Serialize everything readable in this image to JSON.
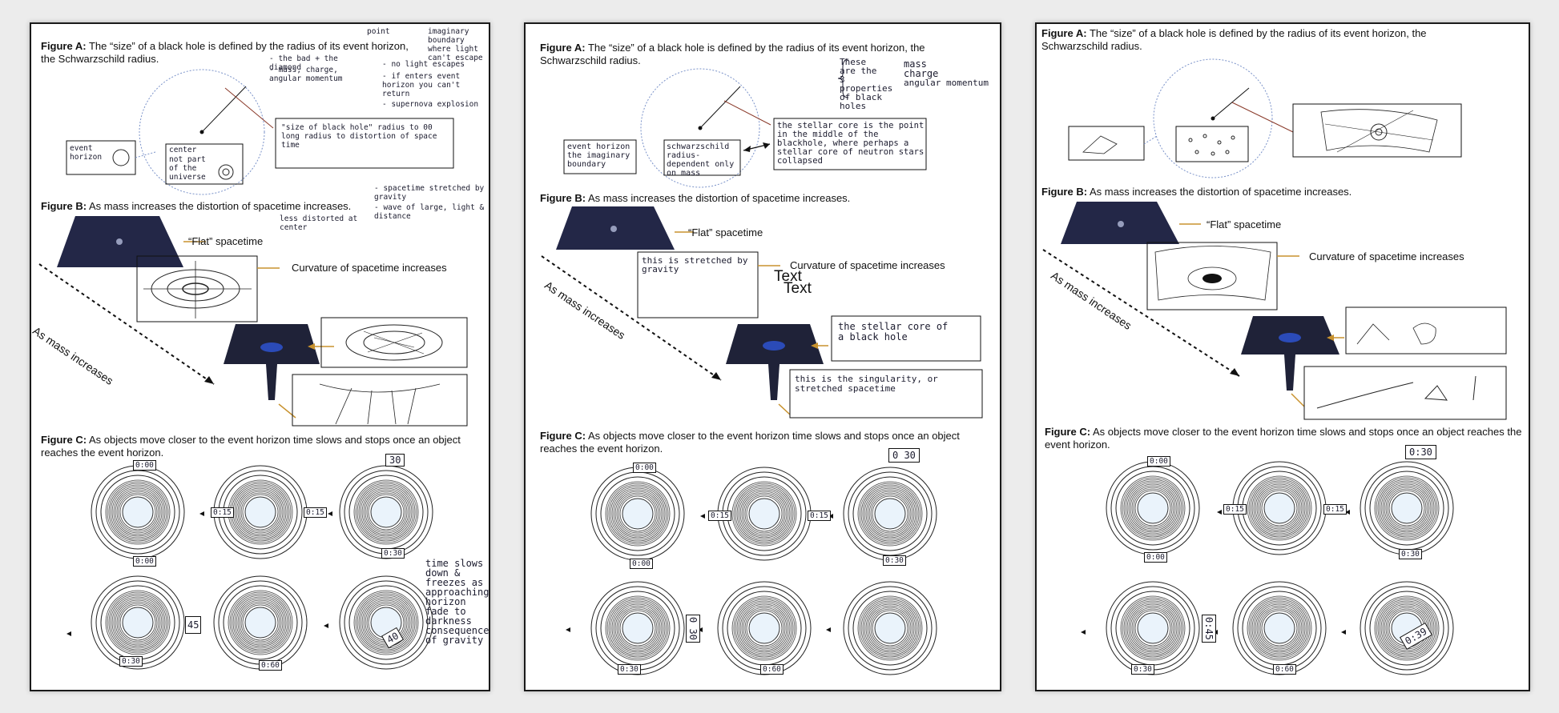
{
  "panel1": {
    "figA_label": "Figure A:",
    "figA_text": "The “size” of a black hole is defined by the radius of its event horizon, the Schwarzschild radius.",
    "figB_label": "Figure B:",
    "figB_text": "As mass increases the distortion of spacetime increases.",
    "flat": "“Flat” spacetime",
    "curvature": "Curvature of spacetime increases",
    "as_mass": "As mass increases",
    "figC_label": "Figure C:",
    "figC_text": "As objects move closer to the event horizon time slows and stops once an object reaches the event horizon.",
    "notes": {
      "top1": "point",
      "top2": "imaginary boundary where light can't escape",
      "bullet1": "- the bad + the diamond",
      "bullet2": "- mass, charge, angular momentum",
      "bullet3": "- no light escapes",
      "bullet4": "- if enters event horizon you can't return",
      "bullet5": "- supernova explosion",
      "event_horizon": "event horizon",
      "center": "center",
      "center2": "not part of the universe",
      "size_box": "\"size of black hole\" radius to 00 long radius to distortion of space time",
      "stretched": "- spacetime stretched by gravity",
      "stretched2": "- wave of large, light & distance",
      "distorted": "less distorted at center",
      "time_note": "time slows down & freezes as approaching horizon fade to darkness consequence of gravity"
    }
  },
  "panel2": {
    "figA_label": "Figure A:",
    "figA_text": "The “size” of a black hole is defined by the radius of its event horizon, the Schwarzschild radius.",
    "figB_label": "Figure B:",
    "figB_text": "As mass increases the distortion of spacetime increases.",
    "flat": "“Flat” spacetime",
    "curvature": "Curvature of spacetime increases",
    "as_mass": "As mass increases",
    "figC_label": "Figure C:",
    "figC_text": "As objects move closer to the event horizon time slows and stops once an object reaches the event horizon.",
    "text1": "Text",
    "text2": "Text",
    "notes": {
      "props": "These are the 3 properties of black holes",
      "mass": "mass",
      "charge": "charge",
      "angular": "angular momentum",
      "event_horizon": "event horizon the imaginary boundary",
      "schwarz": "schwarzschild radius- dependent only on mass",
      "core": "the stellar core is the point in the middle of the blackhole, where perhaps a stellar core of neutron stars collapsed",
      "stretched": "this is stretched by gravity",
      "core2": "the stellar core of a black hole",
      "singularity": "this is the singularity, or stretched spacetime"
    }
  },
  "panel3": {
    "figA_label": "Figure A:",
    "figA_text": "The “size” of a black hole is defined by the radius of its event horizon, the Schwarzschild radius.",
    "figB_label": "Figure B:",
    "figB_text": "As mass increases the distortion of spacetime increases.",
    "flat": "“Flat” spacetime",
    "curvature": "Curvature of spacetime increases",
    "as_mass": "As mass increases",
    "figC_label": "Figure C:",
    "figC_text": "As objects move closer to the event horizon time slows and stops once an object reaches the event horizon."
  },
  "clocks": {
    "c000": "0:00",
    "c015": "0:15",
    "c030": "0:30",
    "c045": "0:45",
    "c060": "0:60",
    "p1_30": "30",
    "p1_45": "45",
    "p1_40": "40",
    "p2_030": "0 30",
    "p2_030b": "0 30",
    "p3_030": "0:30",
    "p3_045": "0:45",
    "p3_039": "0:39"
  },
  "colors": {
    "accent_line": "#c8922e",
    "circle": "#7a92c9",
    "rocket_flame": "#e8622a",
    "planet": "#eaf3fb"
  }
}
